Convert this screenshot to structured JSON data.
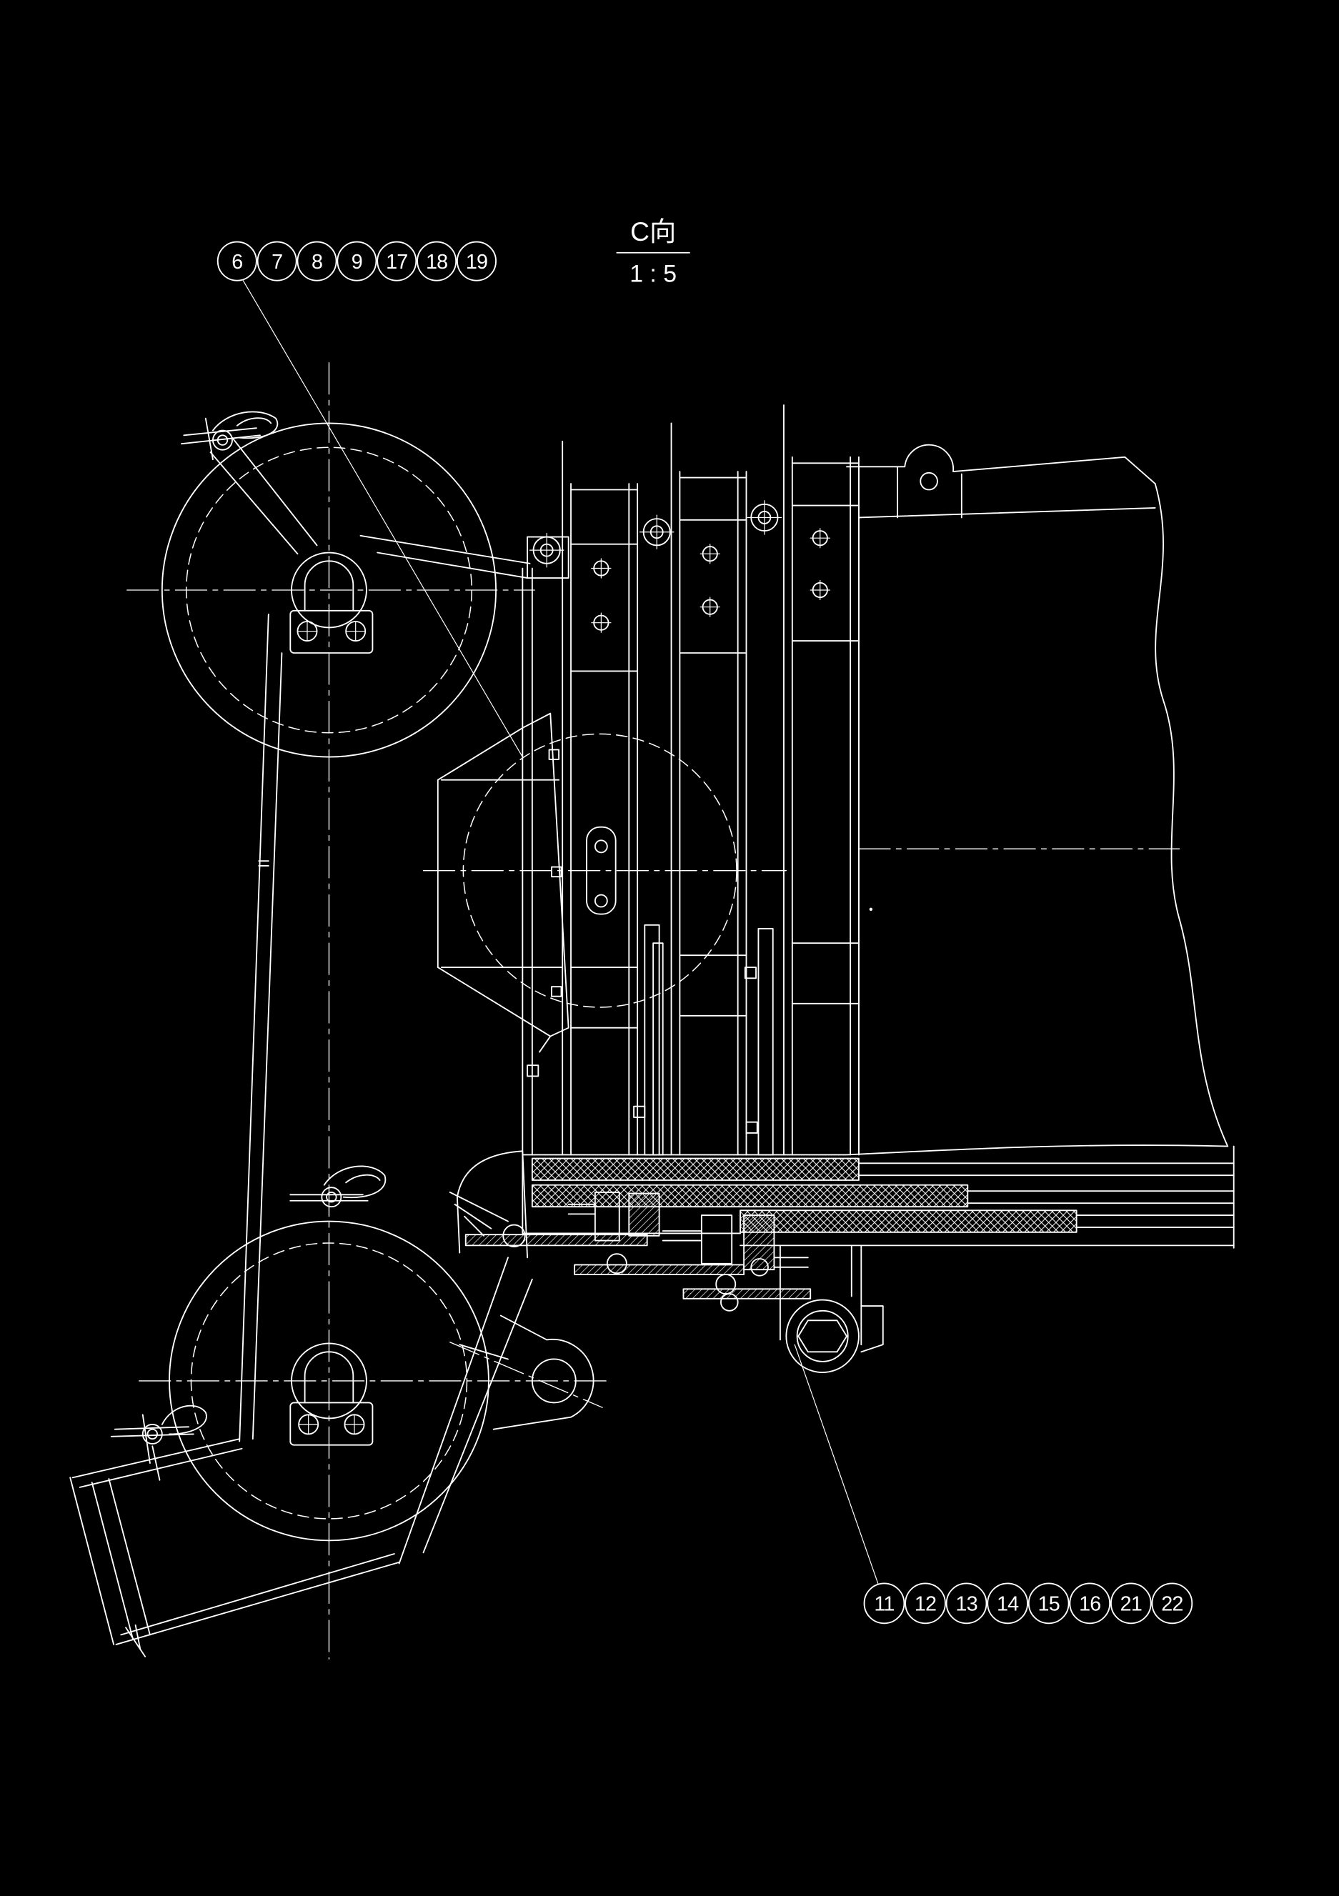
{
  "view": {
    "label": "C向",
    "scale": "1 : 5"
  },
  "balloons_top": [
    "6",
    "7",
    "8",
    "9",
    "17",
    "18",
    "19"
  ],
  "balloons_bottom": [
    "11",
    "12",
    "13",
    "14",
    "15",
    "16",
    "21",
    "22"
  ],
  "colors": {
    "background": "#000000",
    "line": "#ffffff"
  }
}
